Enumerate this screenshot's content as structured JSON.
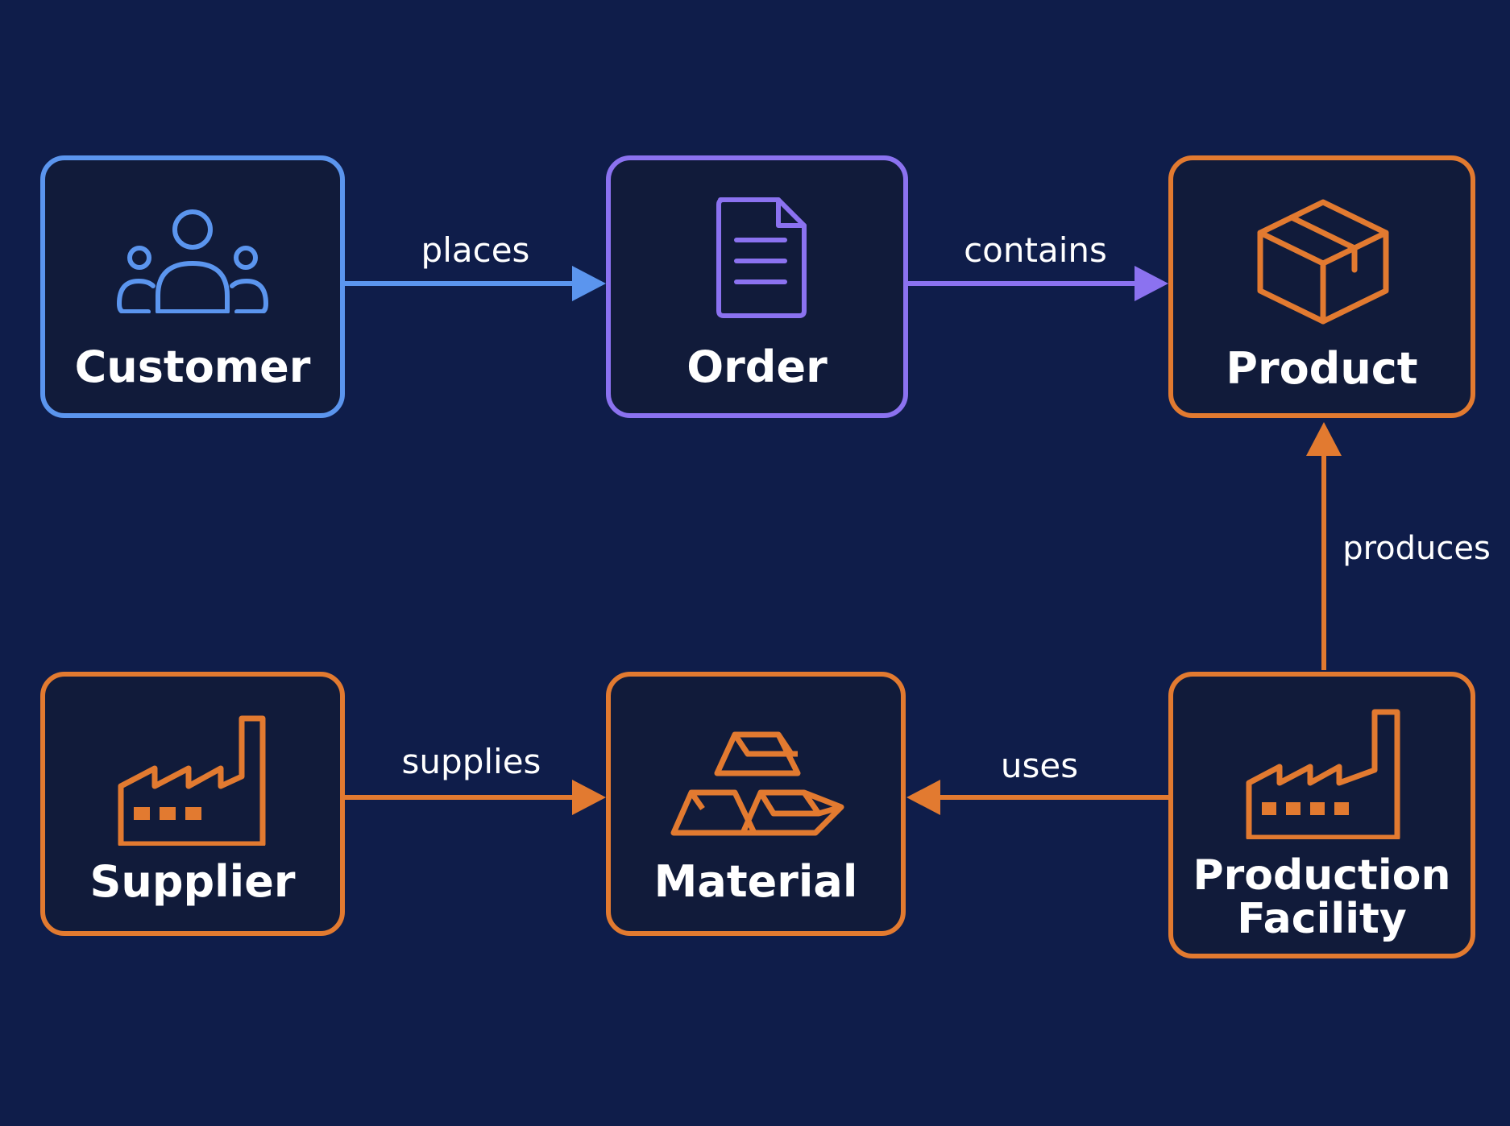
{
  "colors": {
    "background": "#0f1d4a",
    "node_fill": "#111b3a",
    "blue": "#5b95ee",
    "purple": "#8b72f0",
    "orange": "#e27a30"
  },
  "nodes": {
    "customer": {
      "label": "Customer",
      "icon": "people-group-icon",
      "color": "blue"
    },
    "order": {
      "label": "Order",
      "icon": "document-icon",
      "color": "purple"
    },
    "product": {
      "label": "Product",
      "icon": "box-icon",
      "color": "orange"
    },
    "supplier": {
      "label": "Supplier",
      "icon": "factory-icon",
      "color": "orange"
    },
    "material": {
      "label": "Material",
      "icon": "ingots-icon",
      "color": "orange"
    },
    "facility": {
      "label_line1": "Production",
      "label_line2": "Facility",
      "icon": "factory-icon",
      "color": "orange"
    }
  },
  "edges": {
    "places": {
      "label": "places",
      "from": "Customer",
      "to": "Order"
    },
    "contains": {
      "label": "contains",
      "from": "Order",
      "to": "Product"
    },
    "produces": {
      "label": "produces",
      "from": "Production Facility",
      "to": "Product"
    },
    "supplies": {
      "label": "supplies",
      "from": "Supplier",
      "to": "Material"
    },
    "uses": {
      "label": "uses",
      "from": "Production Facility",
      "to": "Material"
    }
  }
}
